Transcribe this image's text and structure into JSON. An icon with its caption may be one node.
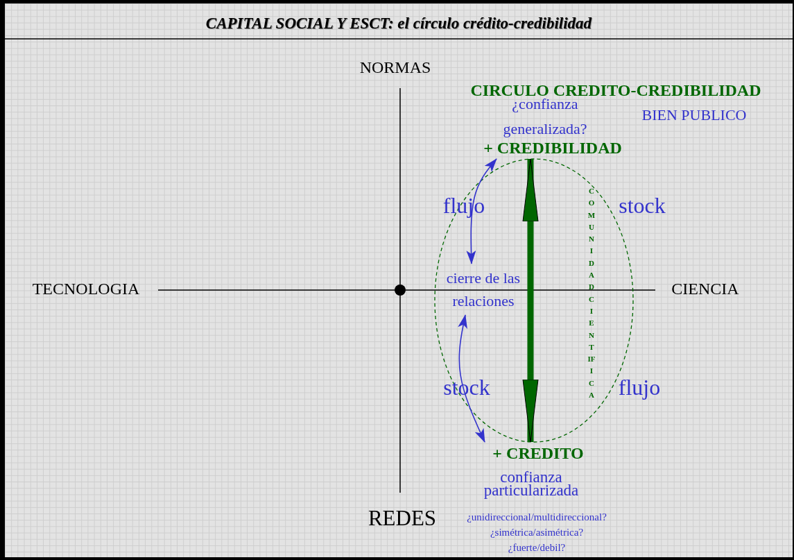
{
  "diagram": {
    "title": "CAPITAL SOCIAL Y ESCT: el círculo crédito-credibilidad",
    "nodes": [
      {
        "text": [
          "+ CREDIBILIDAD"
        ]
      },
      {
        "text": [
          "+ CREDITO"
        ]
      },
      {
        "text": [
          "cierre de las relaciones"
        ]
      }
    ],
    "edges": [
      {
        "from": 0,
        "to": 2,
        "arrow": "both",
        "color": "#3333cc"
      },
      {
        "from": 2,
        "to": 1,
        "arrow": "both",
        "color": "#3333cc"
      },
      {
        "from": 0,
        "to": 1,
        "arrow": "both",
        "style": "thick",
        "color": "#006600"
      }
    ],
    "labels": [
      "NORMAS",
      "TECNOLOGIA",
      "CIENCIA",
      "REDES",
      "CIRCULO CREDITO-CREDIBILIDAD",
      "¿confianza generalizada?",
      "BIEN PUBLICO",
      "flujo",
      "stock",
      "COMUNIDAD CIENTIFICA",
      "stock",
      "flujo",
      "confianza particularizada",
      "¿unidireccional/multidireccional?",
      "¿simétrica/asimétrica?",
      "¿fuerte/debil?"
    ]
  }
}
